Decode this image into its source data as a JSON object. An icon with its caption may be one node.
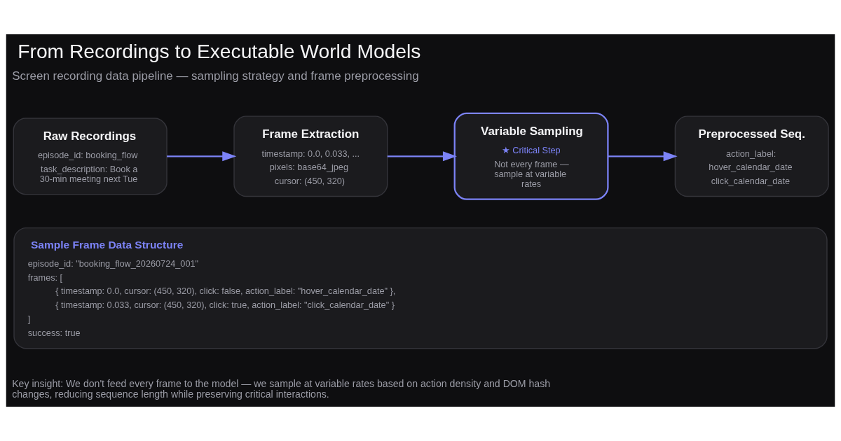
{
  "diagram": {
    "title": "From Recordings to Executable World Models",
    "nodes": [
      {
        "text": [
          "Raw Recordings",
          "episode_id: booking_flow",
          "task_description: Book a 30-min meeting next Tue"
        ]
      },
      {
        "text": [
          "Frame Extraction",
          "timestamp: 0.0, 0.033, ...",
          "pixels: base64_jpeg",
          "cursor: (450, 320)"
        ]
      },
      {
        "text": [
          "Variable Sampling",
          "★ Critical Step",
          "Not every frame — sample at variable rates"
        ]
      },
      {
        "text": [
          "Preprocessed Seq.",
          "action_label:",
          "hover_calendar_date",
          "click_calendar_date"
        ]
      },
      {
        "text": [
          "Sample Frame Data Structure",
          "episode_id: \"booking_flow_20260724_001\"",
          "frames: [",
          "{ timestamp: 0.0, cursor: (450, 320), click: false, action_label: \"hover_calendar_date\" },",
          "{ timestamp: 0.033, cursor: (450, 320), click: true, action_label: \"click_calendar_date\" }",
          "]",
          "success: true"
        ]
      }
    ],
    "edges": [
      {
        "from": 0,
        "to": 1,
        "arrow": "to"
      },
      {
        "from": 1,
        "to": 2,
        "arrow": "to"
      },
      {
        "from": 2,
        "to": 3,
        "arrow": "to"
      }
    ],
    "labels": [
      "Screen recording data pipeline — sampling strategy and frame preprocessing",
      "Key insight: We don't feed every frame to the model — we sample at variable rates based on action density and DOM hash changes, reducing sequence length while preserving critical interactions."
    ]
  }
}
